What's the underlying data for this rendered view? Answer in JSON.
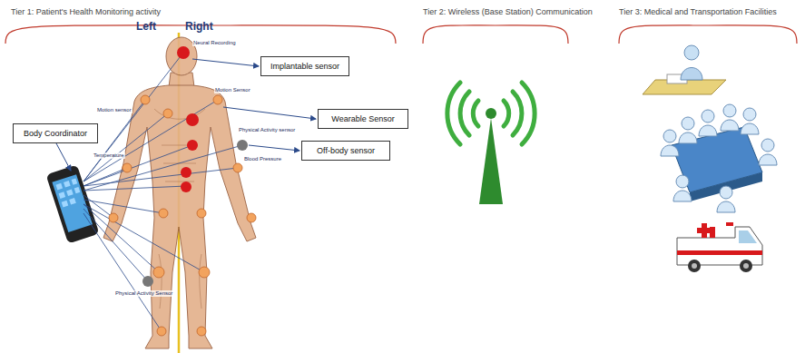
{
  "diagram": {
    "nodes": [
      {
        "text": [
          "Body Coordinator"
        ]
      },
      {
        "text": [
          "Implantable sensor"
        ]
      },
      {
        "text": [
          "Wearable Sensor"
        ]
      },
      {
        "text": [
          "Off-body sensor"
        ]
      }
    ],
    "labels": [
      "Tier 1: Patient's Health Monitoring activity",
      "Tier 2: Wireless (Base Station) Communication",
      "Tier 3: Medical and Transportation Facilities",
      "Left",
      "Right",
      "Neural Recording",
      "Motion sensor",
      "Motion Sensor",
      "Physical Activity sensor",
      "Temperature",
      "Blood Pressure",
      "Physical Activity Sensor"
    ]
  }
}
